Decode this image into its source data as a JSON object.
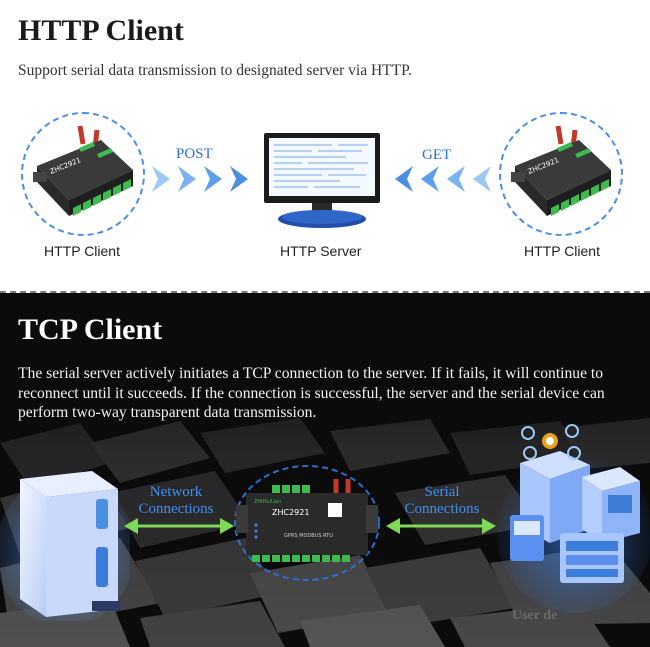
{
  "http": {
    "title": "HTTP Client",
    "subtitle": "Support serial data transmission to designated server via HTTP.",
    "left_label": "HTTP Client",
    "center_label": "HTTP Server",
    "right_label": "HTTP Client",
    "post_label": "POST",
    "get_label": "GET",
    "device_model": "ZHC2921"
  },
  "tcp": {
    "title": "TCP Client",
    "description": "The serial server actively initiates a TCP connection to the server. If it fails, it will continue to reconnect until it succeeds. If the connection is successful, the server and the serial device can perform two-way transparent data transmission.",
    "network_label": "Network Connections",
    "serial_label": "Serial Connections",
    "device_model": "ZHC2921",
    "device_sub": "GPRS MODBUS RTU",
    "device_brand": "ZHIHuiLian",
    "user_label": "User de"
  },
  "colors": {
    "accent_blue": "#3f8ff0",
    "arrow_green": "#7ed957",
    "dashed_circle": "#4a8fe0",
    "device_body": "#2a2a2a",
    "terminal_green": "#3dbb4f"
  }
}
